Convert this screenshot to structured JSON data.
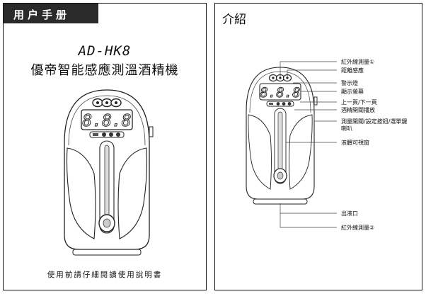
{
  "left_page": {
    "tab_label": "用户手册",
    "model": "AD-HK8",
    "product_name": "優帝智能感應測溫酒精機",
    "display_digits": "8.8.8",
    "footer_note": "使用前請仔細閱讀使用說明書"
  },
  "right_page": {
    "section_title": "介紹",
    "display_digits": "8.8.8",
    "callouts": [
      "紅外線測量①",
      "距離感應",
      "警示燈",
      "顯示螢幕",
      "上一頁/下一頁",
      "酒精開關播放",
      "測量開關/設定按鈕/選單鍵",
      "喇叭",
      "液體可視窗",
      "出液口",
      "紅外線測量②"
    ]
  }
}
